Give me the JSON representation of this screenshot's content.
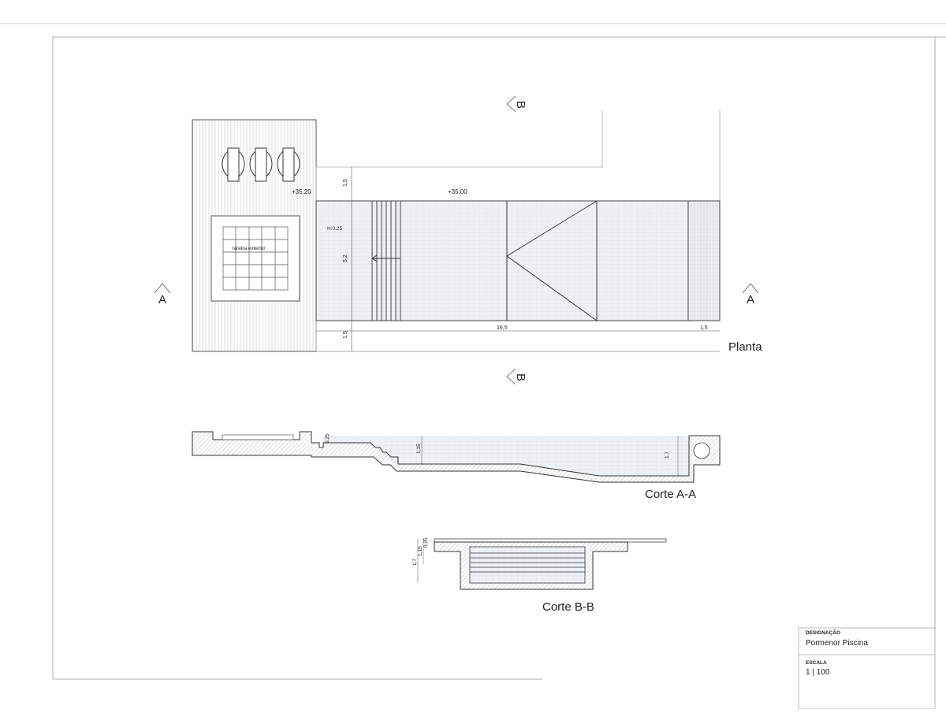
{
  "drawing": {
    "plan_label": "Planta",
    "section_aa_label": "Corte A-A",
    "section_bb_label": "Corte B-B",
    "section_marker_a": "A",
    "section_marker_b": "B"
  },
  "plan": {
    "level_terrace": "+35.20",
    "level_pool": "+35.00",
    "step_height": "H:0.25",
    "fireplace_label": "lareira exterior",
    "dim_top": "1,5",
    "dim_width": "5,2",
    "dim_bottom": "1,5",
    "dim_length": "16,5",
    "dim_end": "1,5"
  },
  "section_aa": {
    "dim_step": "0,25",
    "dim_shallow": "1,15",
    "dim_deep": "1,7"
  },
  "section_bb": {
    "dim_step": "0,25",
    "dim_shallow": "1,15",
    "dim_deep": "1,7"
  },
  "title_block": {
    "designation_label": "DESIGNAÇÃO",
    "designation_value": "Pormenor Piscina",
    "scale_label": "ESCALA",
    "scale_value": "1 | 100"
  },
  "colors": {
    "line": "#333333",
    "light_line": "#9a9a9a",
    "tile_fill": "#e9eef2",
    "hatch": "#8a8a8a"
  }
}
